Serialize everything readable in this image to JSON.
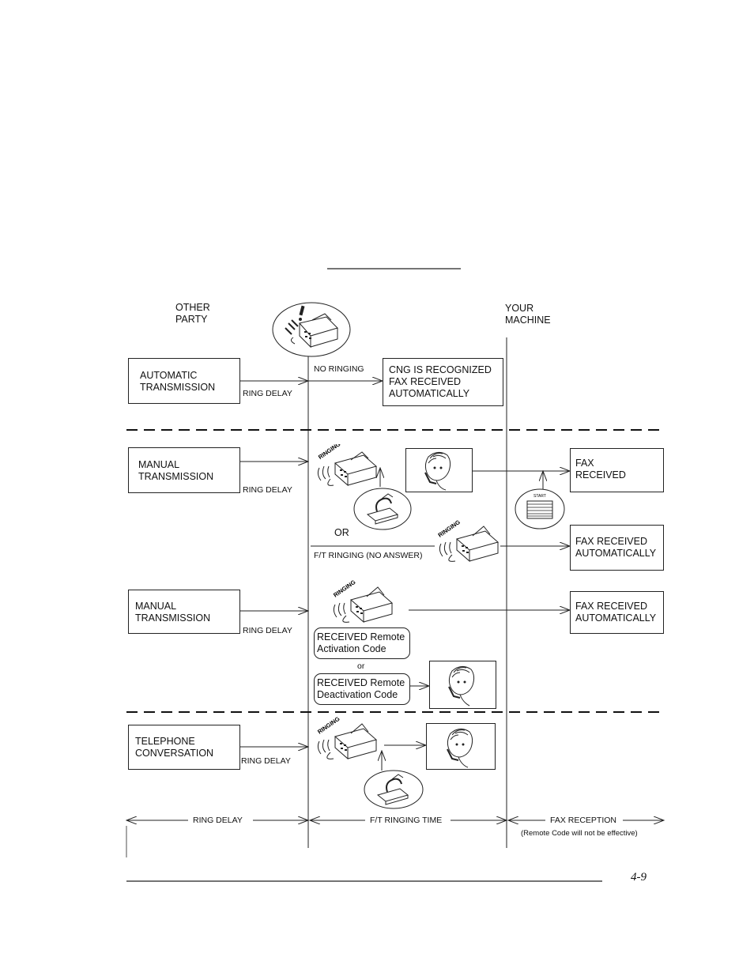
{
  "header": {
    "other_party": "OTHER\nPARTY",
    "your_machine": "YOUR\nMACHINE"
  },
  "row1": {
    "source": "AUTOMATIC\nTRANSMISSION",
    "ring_delay": "RING DELAY",
    "no_ringing": "NO RINGING",
    "result": "CNG IS RECOGNIZED\nFAX RECEIVED\nAUTOMATICALLY"
  },
  "row2": {
    "source": "MANUAL\nTRANSMISSION",
    "ring_delay": "RING DELAY",
    "ringing_label": "RINGING",
    "or": "OR",
    "ft_ringing": "F/T RINGING (NO ANSWER)",
    "start_label": "START",
    "result1": "FAX\nRECEIVED",
    "result2": "FAX RECEIVED\nAUTOMATICALLY"
  },
  "row3": {
    "source": "MANUAL\nTRANSMISSION",
    "ring_delay": "RING DELAY",
    "ringing_label": "RINGING",
    "code1": "RECEIVED Remote\nActivation Code",
    "or": "or",
    "code2": "RECEIVED Remote\nDeactivation Code",
    "result": "FAX RECEIVED\nAUTOMATICALLY"
  },
  "row4": {
    "source": "TELEPHONE\nCONVERSATION",
    "ring_delay": "RING DELAY",
    "ringing_label": "RINGING"
  },
  "timeline": {
    "ring_delay": "RING DELAY",
    "ft_ringing_time": "F/T RINGING TIME",
    "fax_reception": "FAX RECEPTION",
    "note": "(Remote Code will not be effective)"
  },
  "page_number": "4-9",
  "icons": {
    "fax_machine": "fax-machine-icon",
    "person_on_phone": "person-on-phone-icon",
    "handset": "handset-icon",
    "start_button": "start-button-icon"
  }
}
